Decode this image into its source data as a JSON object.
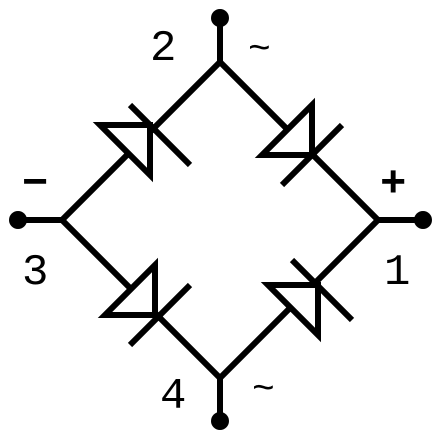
{
  "terminals": [
    {
      "id": "1",
      "label": "1",
      "sign": "+"
    },
    {
      "id": "2",
      "label": "2",
      "sign": "~"
    },
    {
      "id": "3",
      "label": "3",
      "sign": "−"
    },
    {
      "id": "4",
      "label": "4",
      "sign": "~"
    }
  ],
  "colors": {
    "stroke": "#000000",
    "background": "#ffffff"
  }
}
